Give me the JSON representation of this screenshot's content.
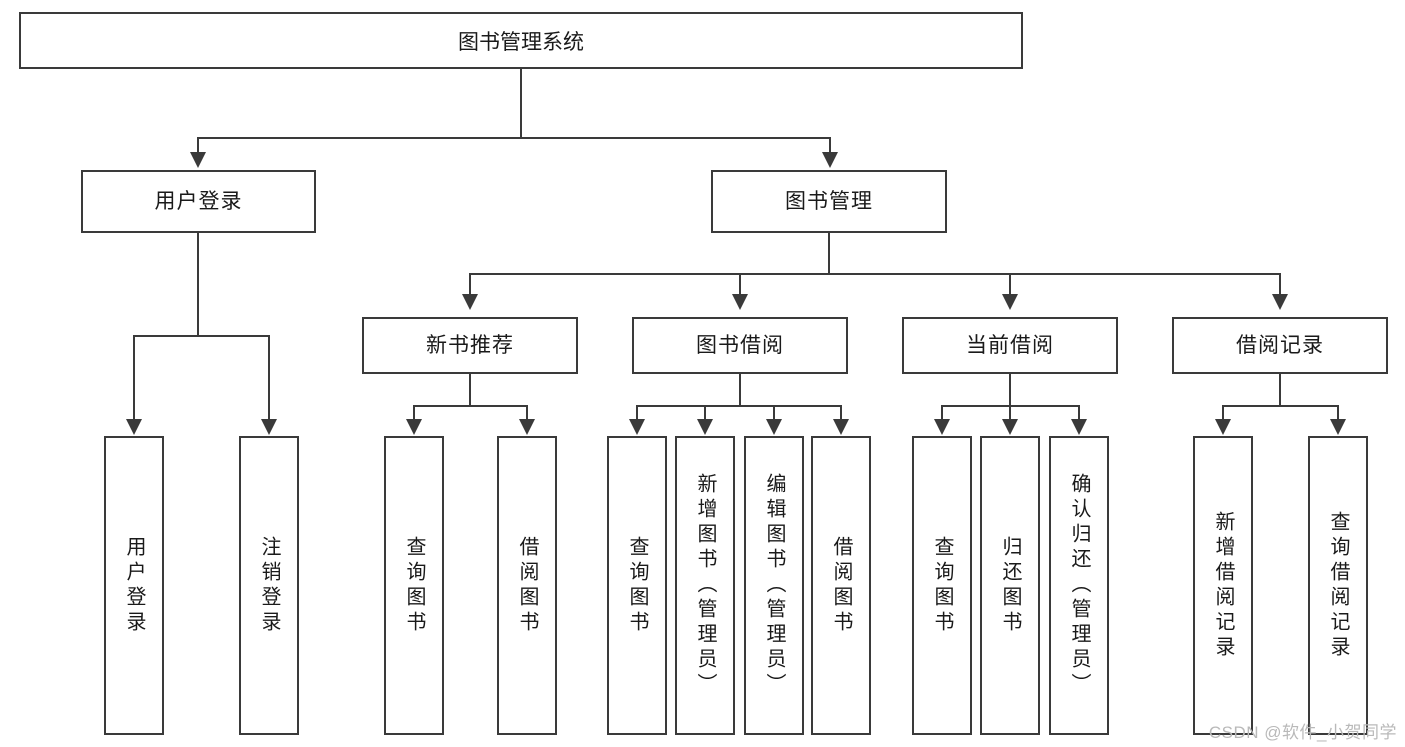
{
  "diagram": {
    "title": "图书管理系统",
    "watermark": "CSDN @软件_小贺同学",
    "line_color": "#3a3a3a",
    "box_fill": "#ffffff",
    "text_color": "#1a1a1a",
    "root": {
      "label": "图书管理系统"
    },
    "level2": [
      {
        "id": "user-login",
        "label": "用户登录"
      },
      {
        "id": "book-management",
        "label": "图书管理"
      }
    ],
    "level3": [
      {
        "id": "new-book-recommend",
        "label": "新书推荐"
      },
      {
        "id": "book-borrow",
        "label": "图书借阅"
      },
      {
        "id": "current-borrow",
        "label": "当前借阅"
      },
      {
        "id": "borrow-record",
        "label": "借阅记录"
      }
    ],
    "leaves": {
      "user-login": [
        {
          "id": "leaf-user-login",
          "label": "用户登录"
        },
        {
          "id": "leaf-logout-login",
          "label": "注销登录"
        }
      ],
      "new-book-recommend": [
        {
          "id": "leaf-query-book-1",
          "label": "查询图书"
        },
        {
          "id": "leaf-borrow-book-1",
          "label": "借阅图书"
        }
      ],
      "book-borrow": [
        {
          "id": "leaf-query-book-2",
          "label": "查询图书"
        },
        {
          "id": "leaf-add-book",
          "label": "新增图书（管理员）"
        },
        {
          "id": "leaf-edit-book",
          "label": "编辑图书（管理员）"
        },
        {
          "id": "leaf-borrow-book-2",
          "label": "借阅图书"
        }
      ],
      "current-borrow": [
        {
          "id": "leaf-query-book-3",
          "label": "查询图书"
        },
        {
          "id": "leaf-return-book",
          "label": "归还图书"
        },
        {
          "id": "leaf-confirm-return",
          "label": "确认归还（管理员）"
        }
      ],
      "borrow-record": [
        {
          "id": "leaf-add-record",
          "label": "新增借阅记录"
        },
        {
          "id": "leaf-query-record",
          "label": "查询借阅记录"
        }
      ]
    }
  }
}
